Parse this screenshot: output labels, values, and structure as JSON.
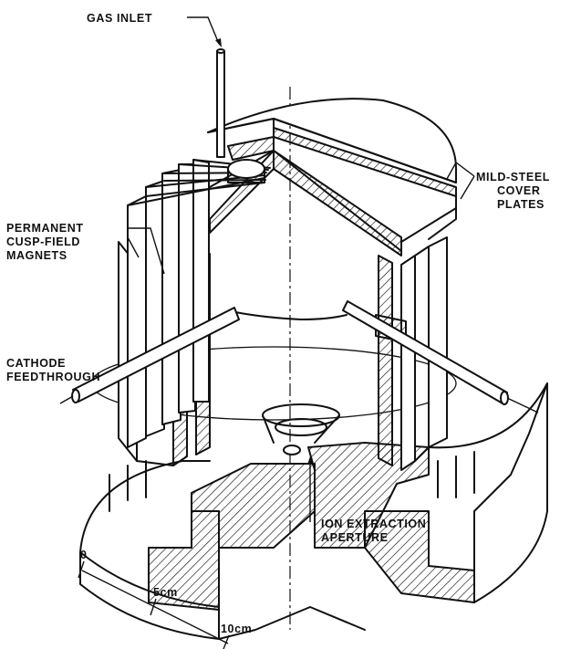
{
  "labels": {
    "gas_inlet": "GAS INLET",
    "cover_plates_l1": "MILD-STEEL",
    "cover_plates_l2": "COVER",
    "cover_plates_l3": "PLATES",
    "magnets_l1": "PERMANENT",
    "magnets_l2": "CUSP-FIELD",
    "magnets_l3": "MAGNETS",
    "cathode_l1": "CATHODE",
    "cathode_l2": "FEEDTHROUGH",
    "aperture_l1": "ION EXTRACTION",
    "aperture_l2": "APERTURE"
  },
  "scale_bar": {
    "tick_0": "0",
    "tick_5": "5cm",
    "tick_10": "10cm"
  },
  "colors": {
    "ink": "#111111",
    "background": "#ffffff"
  }
}
